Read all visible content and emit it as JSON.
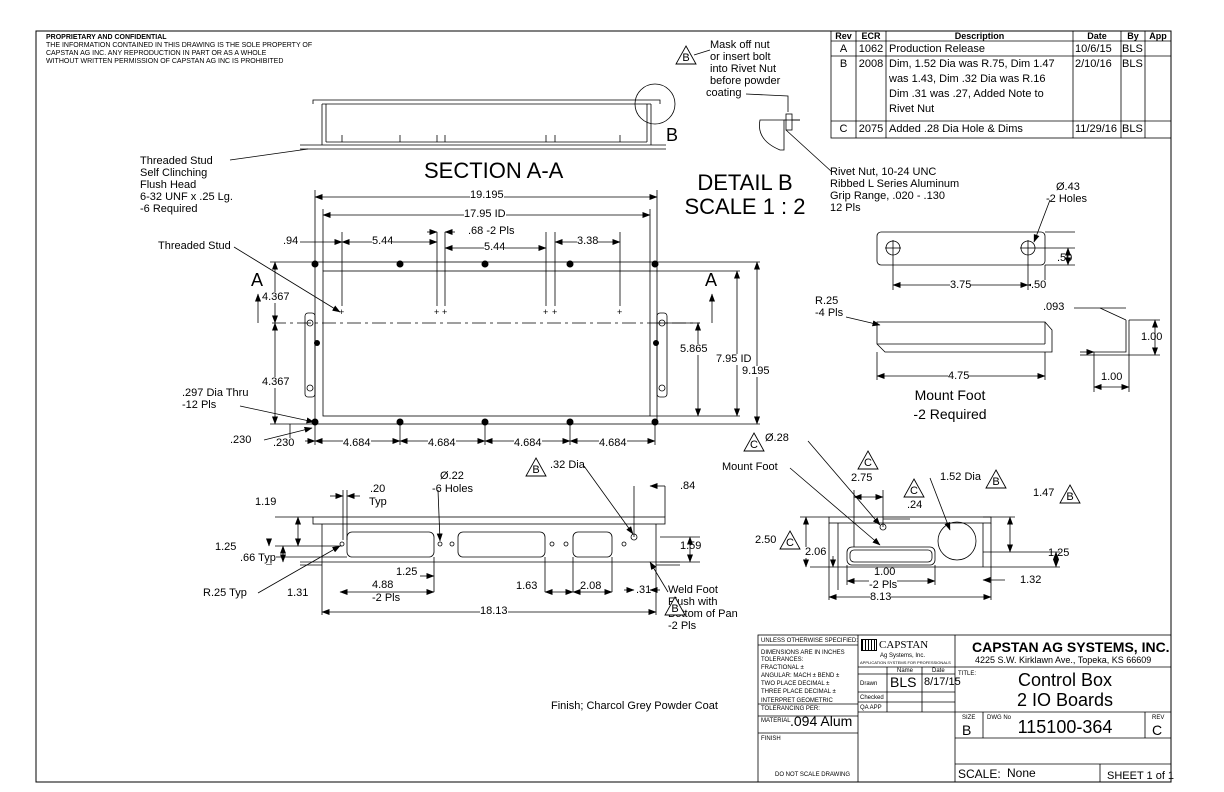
{
  "header": {
    "prop_title": "PROPRIETARY AND CONFIDENTIAL",
    "prop_lines": [
      "THE INFORMATION CONTAINED IN THIS DRAWING IS THE SOLE PROPERTY OF",
      "CAPSTAN AG INC. ANY REPRODUCTION IN PART OR AS A WHOLE",
      "WITHOUT WRITTEN PERMISSION OF CAPSTAN AG INC IS PROHIBITED"
    ]
  },
  "revisions": {
    "headers": [
      "Rev",
      "ECR",
      "Description",
      "Date",
      "By",
      "App"
    ],
    "rows": [
      {
        "rev": "A",
        "ecr": "1062",
        "desc": [
          "Production Release"
        ],
        "date": "10/6/15",
        "by": "BLS"
      },
      {
        "rev": "B",
        "ecr": "2008",
        "desc": [
          "Dim, 1.52 Dia was R.75, Dim 1.47",
          "was 1.43, Dim .32 Dia was R.16",
          "Dim .31 was .27, Added Note to",
          "Rivet Nut"
        ],
        "date": "2/10/16",
        "by": "BLS"
      },
      {
        "rev": "C",
        "ecr": "2075",
        "desc": [
          "Added .28 Dia Hole & Dims"
        ],
        "date": "11/29/16",
        "by": "BLS"
      }
    ]
  },
  "views": {
    "section_title": "SECTION A-A",
    "detail_title": "DETAIL B",
    "detail_scale": "SCALE 1 : 2",
    "detail_letter": "B",
    "section_marker": "A",
    "mount_foot_title": "Mount Foot",
    "mount_foot_qty": "-2 Required"
  },
  "notes": {
    "mask_note": [
      "Mask off nut",
      "or insert bolt",
      "into Rivet Nut",
      "before powder",
      "coating"
    ],
    "rivet_note": [
      "Rivet Nut, 10-24 UNC",
      "Ribbed L Series Aluminum",
      "Grip Range, .020 - .130",
      "12 Pls"
    ],
    "stud_note": [
      "Threaded Stud",
      "Self Clinching",
      "Flush Head",
      "6-32 UNF x .25 Lg.",
      "-6 Required"
    ],
    "threaded_stud": "Threaded Stud",
    "hole_note": [
      ".297 Dia Thru",
      "-12 Pls"
    ],
    "weld_note": [
      "Weld Foot",
      "Flush with",
      "Bottom of Pan",
      "-2 Pls"
    ],
    "finish": "Finish; Charcol Grey Powder Coat",
    "mount_foot_label": "Mount Foot",
    "r25_typ": "R.25 Typ",
    "r25_pls": [
      "R.25",
      "-4 Pls"
    ],
    "holes_43": [
      "Ø.43",
      "-2 Holes"
    ],
    "holes_22": [
      "Ø.22",
      "-6 Holes"
    ],
    "dia_32": ".32 Dia",
    "dia_152": "1.52 Dia",
    "dia_28": "Ø.28"
  },
  "rev_tags": {
    "b": "B",
    "c": "C"
  },
  "dims": {
    "d19195": "19.195",
    "d1795": "17.95 ID",
    "d094": ".94",
    "d544": "5.44",
    "d68": ".68 -2 Pls",
    "d338": "3.38",
    "d4367": "4.367",
    "d5865": "5.865",
    "d795": "7.95 ID",
    "d9195": "9.195",
    "d230": ".230",
    "d4684": "4.684",
    "d20": ".20",
    "typ": "Typ",
    "d119": "1.19",
    "d125": "1.25",
    "d066": ".66 Typ",
    "d131": "1.31",
    "d488": "4.88",
    "pls2": "-2 Pls",
    "d163": "1.63",
    "d208": "2.08",
    "d031": ".31",
    "d1813": "18.13",
    "d084": ".84",
    "d159": "1.59",
    "d375": "3.75",
    "d050": ".50",
    "d093": ".093",
    "d100": "1.00",
    "d475": "4.75",
    "d275": "2.75",
    "d024": ".24",
    "d147": "1.47",
    "d250": "2.50",
    "d206": "2.06",
    "d132": "1.32",
    "d813": "8.13"
  },
  "title_block": {
    "unless": "UNLESS OTHERWISE SPECIFIED:",
    "tol_lines": [
      "DIMENSIONS ARE IN INCHES",
      "TOLERANCES:",
      "FRACTIONAL ±",
      "ANGULAR: MACH ±   BEND ±",
      "TWO PLACE DECIMAL   ±",
      "THREE PLACE DECIMAL  ±"
    ],
    "interpret": [
      "INTERPRET GEOMETRIC",
      "TOLERANCING PER:"
    ],
    "material_label": "MATERIAL",
    "material": ".094 Alum",
    "finish_label": "FINISH",
    "do_not_scale": "DO NOT SCALE DRAWING",
    "logo_name": "CAPSTAN",
    "logo_sub": "Ag Systems, Inc.",
    "logo_tag": "APPLICATION SYSTEMS FOR PROFESSIONALS",
    "name_h": "Name",
    "date_h": "Date",
    "drawn": "Drawn",
    "drawn_by": "BLS",
    "drawn_date": "8/17/15",
    "checked": "Checked",
    "qa": "QA APP",
    "company": "CAPSTAN AG SYSTEMS, INC.",
    "address": "4225 S.W. Kirklawn Ave., Topeka, KS 66609",
    "title_label": "TITLE:",
    "title1": "Control Box",
    "title2": "2 IO Boards",
    "size_label": "SIZE",
    "size": "B",
    "dwg_label": "DWG No",
    "dwg": "115100-364",
    "rev_label": "REV",
    "rev": "C",
    "scale_label": "SCALE:",
    "scale": "None",
    "sheet": "SHEET 1 of 1"
  },
  "colors": {
    "line": "#000000",
    "paper": "#ffffff"
  }
}
